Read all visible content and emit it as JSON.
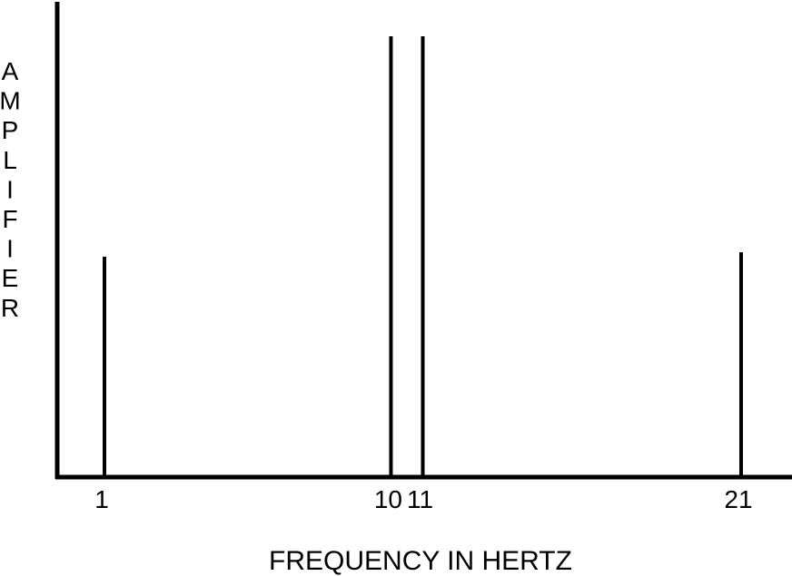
{
  "chart_data": {
    "type": "bar",
    "xlabel": "FREQUENCY IN HERTZ",
    "ylabel": "AMPLIFIER",
    "x_tick_labels": [
      "1",
      "10",
      "11",
      "21"
    ],
    "x": [
      1,
      10,
      11,
      21
    ],
    "values": [
      0.5,
      1.0,
      1.0,
      0.51
    ],
    "xlim": [
      -0.6,
      22.6
    ],
    "ylim": [
      0,
      1.1
    ],
    "grid": false,
    "colors": {
      "axis": "#000000",
      "bars": "#000000",
      "background": "#ffffff"
    }
  }
}
